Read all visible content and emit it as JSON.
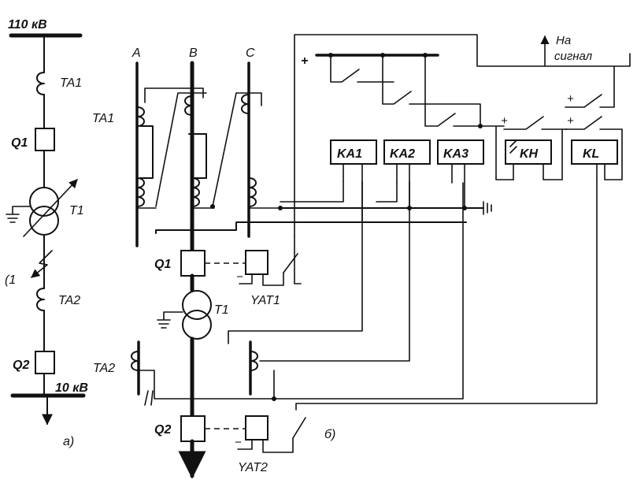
{
  "scheme_a": {
    "bus_voltage": "110 кВ",
    "ta1": "TA1",
    "q1": "Q1",
    "t1": "T1",
    "fault": "(1",
    "ta2": "TA2",
    "q2": "Q2",
    "low_voltage": "10 кВ",
    "caption": "а)"
  },
  "scheme_b": {
    "phase_a": "A",
    "phase_b": "B",
    "phase_c": "C",
    "ta1": "TA1",
    "q1": "Q1",
    "yat1": "YAT1",
    "t1": "T1",
    "ta2": "TA2",
    "q2": "Q2",
    "yat2": "YAT2",
    "caption": "б)",
    "ka1": "KA1",
    "ka2": "KA2",
    "ka3": "KA3",
    "kh": "KH",
    "kl": "KL",
    "signal_line1": "На",
    "signal_line2": "сигнал",
    "plus": "+",
    "plus_small": "+",
    "minus": "−"
  }
}
